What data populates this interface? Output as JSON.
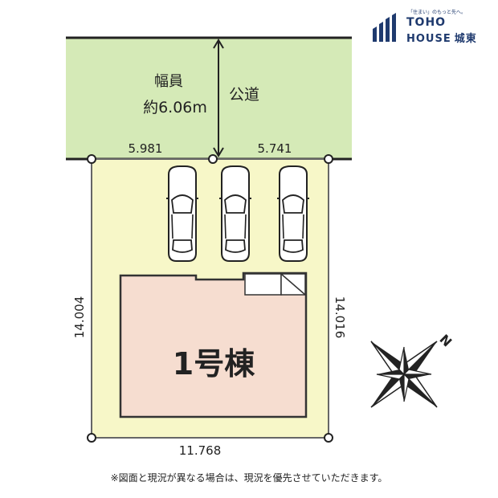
{
  "brand": {
    "tagline": "「住まい」のもっと先へ。",
    "name_line1": "TOHO",
    "name_line2": "HOUSE",
    "branch": "城東"
  },
  "road": {
    "width_title": "幅員",
    "width_value": "約6.06m",
    "name": "公道"
  },
  "dimensions": {
    "frontage_left": "5.981",
    "frontage_right": "5.741",
    "left_side": "14.004",
    "right_side": "14.016",
    "bottom": "11.768"
  },
  "building_label": "1号棟",
  "compass_label": "N",
  "footnote": "※図面と現況が異なる場合は、現況を優先させていただきます。",
  "colors": {
    "road": "#d5eab7",
    "lot": "#f7f7c8",
    "building": "#f6ddd0",
    "logo": "#1f3a6e"
  }
}
